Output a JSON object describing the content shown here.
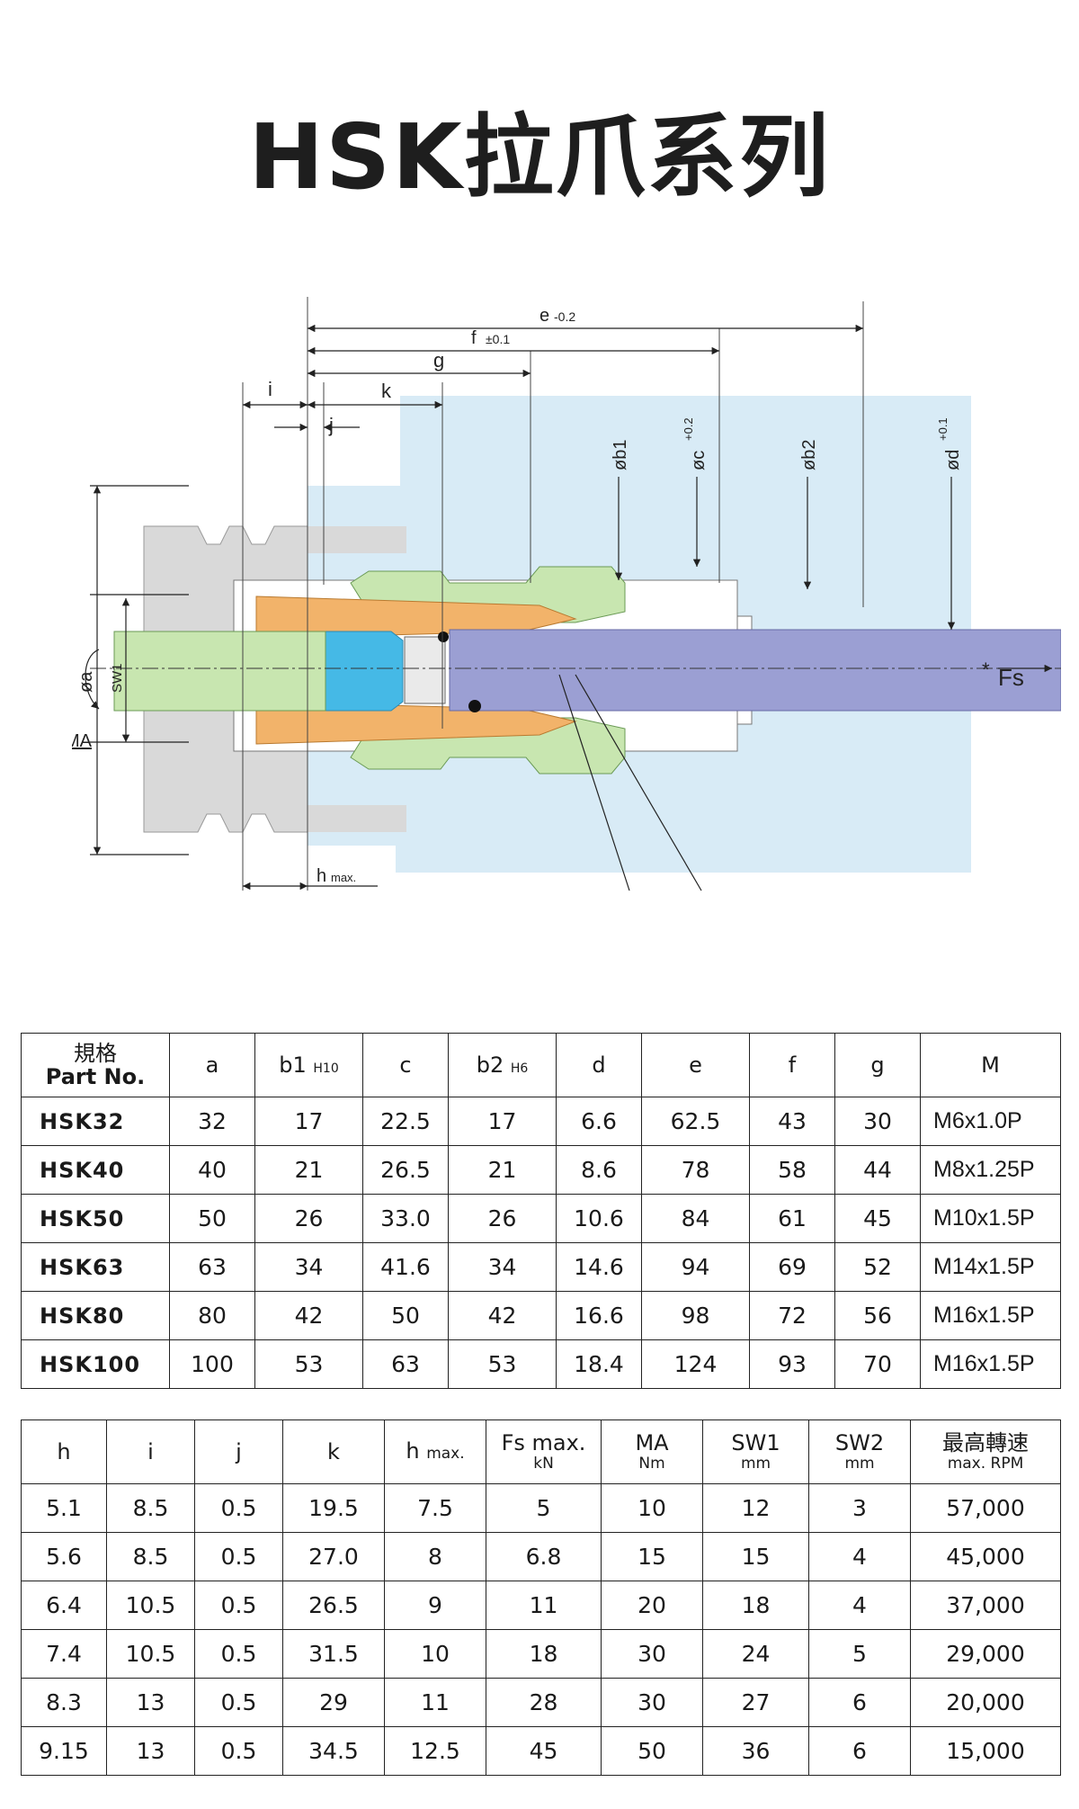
{
  "title": "HSK拉爪系列",
  "drawing": {
    "dim_e": "e",
    "dim_e_tol": "-0.2",
    "dim_f": "f",
    "dim_f_tol": "±0.1",
    "dim_g": "g",
    "dim_i": "i",
    "dim_k": "k",
    "dim_j": "j",
    "dim_b1": "øb1",
    "dim_c": "øc",
    "dim_c_tol": "+0.2",
    "dim_b2": "øb2",
    "dim_d": "ød",
    "dim_d_tol": "+0.1",
    "dim_a": "øa",
    "dim_sw1": "SW1",
    "ma_prefix": "**",
    "ma_label": "MA",
    "fs_prefix": "*",
    "fs_label": "Fs",
    "h_label": "h",
    "h_suffix": "max.",
    "colors": {
      "housing": "#d8ebf6",
      "gray": "#d9d9d9",
      "orange": "#f2b36a",
      "green": "#c8e6b0",
      "purple": "#9b9fd3",
      "cyan": "#45b9e6"
    }
  },
  "table1": {
    "headers": {
      "part_zh": "規格",
      "part_en": "Part No.",
      "a": "a",
      "b1": "b1",
      "b1_sub": "H10",
      "c": "c",
      "b2": "b2",
      "b2_sub": "H6",
      "d": "d",
      "e": "e",
      "f": "f",
      "g": "g",
      "M": "M"
    },
    "rows": [
      {
        "part": "HSK32",
        "a": "32",
        "b1": "17",
        "c": "22.5",
        "b2": "17",
        "d": "6.6",
        "e": "62.5",
        "f": "43",
        "g": "30",
        "M": "M6x1.0P"
      },
      {
        "part": "HSK40",
        "a": "40",
        "b1": "21",
        "c": "26.5",
        "b2": "21",
        "d": "8.6",
        "e": "78",
        "f": "58",
        "g": "44",
        "M": "M8x1.25P"
      },
      {
        "part": "HSK50",
        "a": "50",
        "b1": "26",
        "c": "33.0",
        "b2": "26",
        "d": "10.6",
        "e": "84",
        "f": "61",
        "g": "45",
        "M": "M10x1.5P"
      },
      {
        "part": "HSK63",
        "a": "63",
        "b1": "34",
        "c": "41.6",
        "b2": "34",
        "d": "14.6",
        "e": "94",
        "f": "69",
        "g": "52",
        "M": "M14x1.5P"
      },
      {
        "part": "HSK80",
        "a": "80",
        "b1": "42",
        "c": "50",
        "b2": "42",
        "d": "16.6",
        "e": "98",
        "f": "72",
        "g": "56",
        "M": "M16x1.5P"
      },
      {
        "part": "HSK100",
        "a": "100",
        "b1": "53",
        "c": "63",
        "b2": "53",
        "d": "18.4",
        "e": "124",
        "f": "93",
        "g": "70",
        "M": "M16x1.5P"
      }
    ]
  },
  "table2": {
    "headers": {
      "h": "h",
      "i": "i",
      "j": "j",
      "k": "k",
      "hmax": "h",
      "hmax_sub": "max.",
      "fs": "Fs max.",
      "fs_unit": "kN",
      "ma": "MA",
      "ma_unit": "Nm",
      "sw1": "SW1",
      "sw1_unit": "mm",
      "sw2": "SW2",
      "sw2_unit": "mm",
      "rpm": "最高轉速",
      "rpm_unit": "max. RPM"
    },
    "rows": [
      {
        "h": "5.1",
        "i": "8.5",
        "j": "0.5",
        "k": "19.5",
        "hmax": "7.5",
        "fs": "5",
        "ma": "10",
        "sw1": "12",
        "sw2": "3",
        "rpm": "57,000"
      },
      {
        "h": "5.6",
        "i": "8.5",
        "j": "0.5",
        "k": "27.0",
        "hmax": "8",
        "fs": "6.8",
        "ma": "15",
        "sw1": "15",
        "sw2": "4",
        "rpm": "45,000"
      },
      {
        "h": "6.4",
        "i": "10.5",
        "j": "0.5",
        "k": "26.5",
        "hmax": "9",
        "fs": "11",
        "ma": "20",
        "sw1": "18",
        "sw2": "4",
        "rpm": "37,000"
      },
      {
        "h": "7.4",
        "i": "10.5",
        "j": "0.5",
        "k": "31.5",
        "hmax": "10",
        "fs": "18",
        "ma": "30",
        "sw1": "24",
        "sw2": "5",
        "rpm": "29,000"
      },
      {
        "h": "8.3",
        "i": "13",
        "j": "0.5",
        "k": "29",
        "hmax": "11",
        "fs": "28",
        "ma": "30",
        "sw1": "27",
        "sw2": "6",
        "rpm": "20,000"
      },
      {
        "h": "9.15",
        "i": "13",
        "j": "0.5",
        "k": "34.5",
        "hmax": "12.5",
        "fs": "45",
        "ma": "50",
        "sw1": "36",
        "sw2": "6",
        "rpm": "15,000"
      }
    ]
  }
}
